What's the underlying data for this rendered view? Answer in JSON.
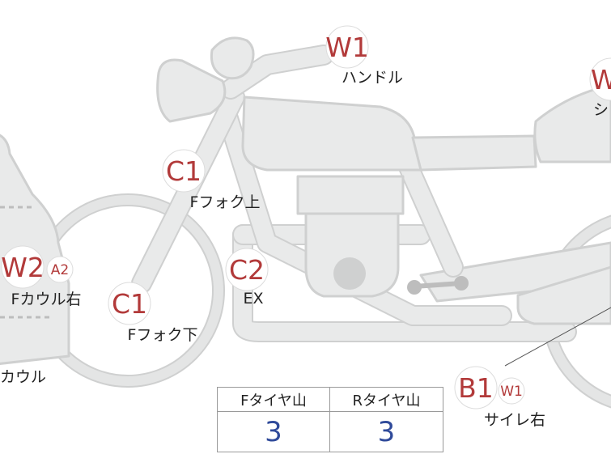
{
  "markers": {
    "w1_handle": {
      "code": "W1",
      "label": "ハンドル"
    },
    "w_seat": {
      "code": "W",
      "label": "シ"
    },
    "c1_fork_upper": {
      "code": "C1",
      "label": "Fフォク上"
    },
    "c1_fork_lower": {
      "code": "C1",
      "label": "Fフォク下"
    },
    "w2_cowl_right": {
      "code": "W2",
      "sub": "A2",
      "label": "Fカウル右"
    },
    "cowl_left_edge": {
      "label": "カウル"
    },
    "c2_exhaust": {
      "code": "C2",
      "label": "EX"
    },
    "b1_silencer_right": {
      "code": "B1",
      "sub": "W1",
      "label": "サイレ右"
    }
  },
  "tread_table": {
    "headers": [
      "Fタイヤ山",
      "Rタイヤ山"
    ],
    "values": [
      "3",
      "3"
    ]
  },
  "colors": {
    "body_fill": "#e9eaea",
    "body_stroke": "#cfd0d0",
    "marker_code": "#b23a3a",
    "table_value": "#2f4a9a"
  }
}
